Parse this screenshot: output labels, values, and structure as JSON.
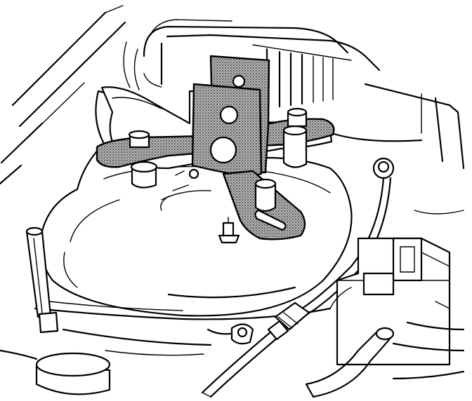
{
  "illustration": {
    "colors": {
      "line": "#000000",
      "paper": "#ffffff",
      "tool_shade": "#9a9a9a"
    },
    "parts": [
      "strut-tower",
      "strut-mount-nut",
      "holding-tool",
      "fender-edge",
      "cable",
      "cable-clip",
      "reservoir-cap",
      "dipstick-handle",
      "relay-box",
      "hose"
    ]
  }
}
